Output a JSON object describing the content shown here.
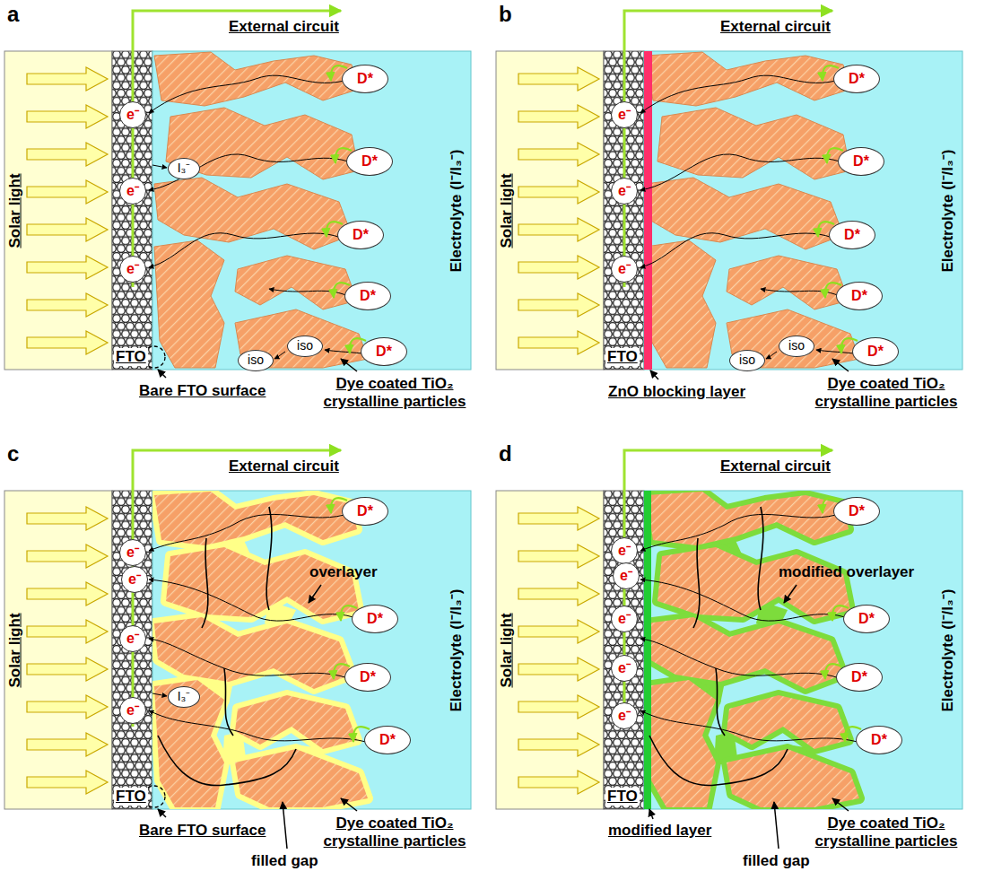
{
  "diagram": {
    "nodes": [
      {
        "text": [
          "e⁻"
        ]
      },
      {
        "text": [
          "e⁻"
        ]
      },
      {
        "text": [
          "e⁻"
        ]
      },
      {
        "text": [
          "I₃⁻"
        ]
      },
      {
        "text": [
          "D*"
        ]
      },
      {
        "text": [
          "D*"
        ]
      },
      {
        "text": [
          "D*"
        ]
      },
      {
        "text": [
          "D*"
        ]
      },
      {
        "text": [
          "D*"
        ]
      },
      {
        "text": [
          "iso"
        ]
      },
      {
        "text": [
          "iso"
        ]
      },
      {
        "text": [
          "e⁻"
        ]
      },
      {
        "text": [
          "e⁻"
        ]
      },
      {
        "text": [
          "e⁻"
        ]
      },
      {
        "text": [
          "D*"
        ]
      },
      {
        "text": [
          "D*"
        ]
      },
      {
        "text": [
          "D*"
        ]
      },
      {
        "text": [
          "D*"
        ]
      },
      {
        "text": [
          "D*"
        ]
      },
      {
        "text": [
          "iso"
        ]
      },
      {
        "text": [
          "iso"
        ]
      },
      {
        "text": [
          "e⁻"
        ]
      },
      {
        "text": [
          "e⁻"
        ]
      },
      {
        "text": [
          "e⁻"
        ]
      },
      {
        "text": [
          "e⁻"
        ]
      },
      {
        "text": [
          "I₃⁻"
        ]
      },
      {
        "text": [
          "D*"
        ]
      },
      {
        "text": [
          "D*"
        ]
      },
      {
        "text": [
          "D*"
        ]
      },
      {
        "text": [
          "D*"
        ]
      },
      {
        "text": [
          "e⁻"
        ]
      },
      {
        "text": [
          "e⁻"
        ]
      },
      {
        "text": [
          "e⁻"
        ]
      },
      {
        "text": [
          "e⁻"
        ]
      },
      {
        "text": [
          "e⁻"
        ]
      },
      {
        "text": [
          "D*"
        ]
      },
      {
        "text": [
          "D*"
        ]
      },
      {
        "text": [
          "D*"
        ]
      },
      {
        "text": [
          "D*"
        ]
      }
    ],
    "labels": [
      "a",
      "External circuit",
      "Solar light",
      "Electrolyte (I⁻/I₃⁻)",
      "FTO",
      "Bare FTO surface",
      "Dye coated TiO₂ crystalline particles",
      "b",
      "External circuit",
      "Solar light",
      "Electrolyte (I⁻/I₃⁻)",
      "FTO",
      "ZnO blocking layer",
      "Dye coated TiO₂ crystalline particles",
      "c",
      "External circuit",
      "Solar light",
      "Electrolyte (I⁻/I₃⁻)",
      "overlayer",
      "FTO",
      "Bare FTO surface",
      "Dye coated TiO₂ crystalline particles",
      "filled gap",
      "d",
      "External circuit",
      "Solar light",
      "Electrolyte (I⁻/I₃⁻)",
      "modified overlayer",
      "FTO",
      "modified layer",
      "Dye coated TiO₂ crystalline particles",
      "filled gap"
    ]
  }
}
